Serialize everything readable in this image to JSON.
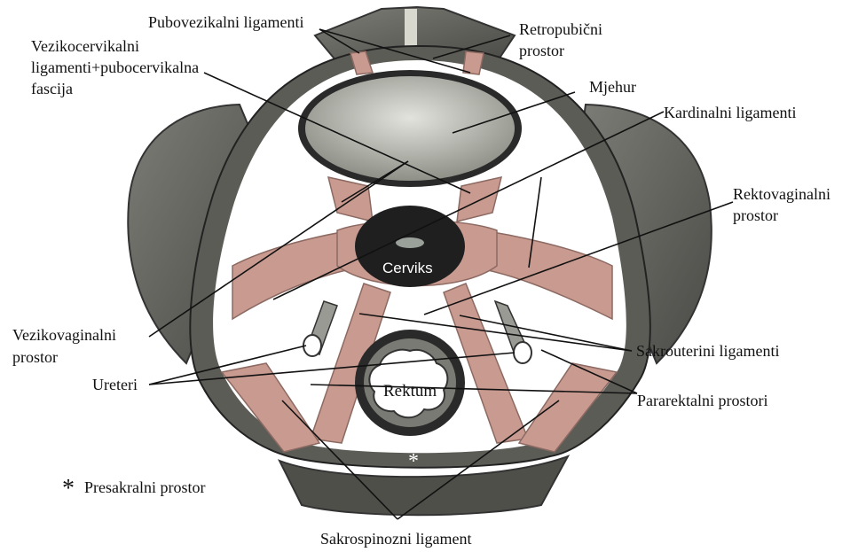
{
  "labels": {
    "pubovezikalni": "Pubovezikalni ligamenti",
    "retropubicni_1": "Retropubični",
    "retropubicni_2": "prostor",
    "vezikocervikalni_1": "Vezikocervikalni",
    "vezikocervikalni_2": "ligamenti+pubocervikalna",
    "vezikocervikalni_3": "fascija",
    "mjehur": "Mjehur",
    "kardinalni": "Kardinalni ligamenti",
    "rektovaginalni_1": "Rektovaginalni",
    "rektovaginalni_2": "prostor",
    "vezikovaginalni_1": "Vezikovaginalni",
    "vezikovaginalni_2": "prostor",
    "ureteri": "Ureteri",
    "sakrouterini": "Sakrouterini ligamenti",
    "pararektalni": "Pararektalni prostori",
    "presakralni_star": "*",
    "presakralni": "Presakralni prostor",
    "sakrospinozni": "Sakrospinozni ligament"
  },
  "inner_labels": {
    "cerviks": "Cerviks",
    "rektum": "Rektum",
    "star": "*"
  },
  "colors": {
    "bone_dark": "#5a5a55",
    "bone_light": "#8a8a84",
    "ligament": "#c89a8f",
    "bladder": "#b8bab0",
    "outline": "#1e1e1e",
    "space": "#ffffff"
  }
}
